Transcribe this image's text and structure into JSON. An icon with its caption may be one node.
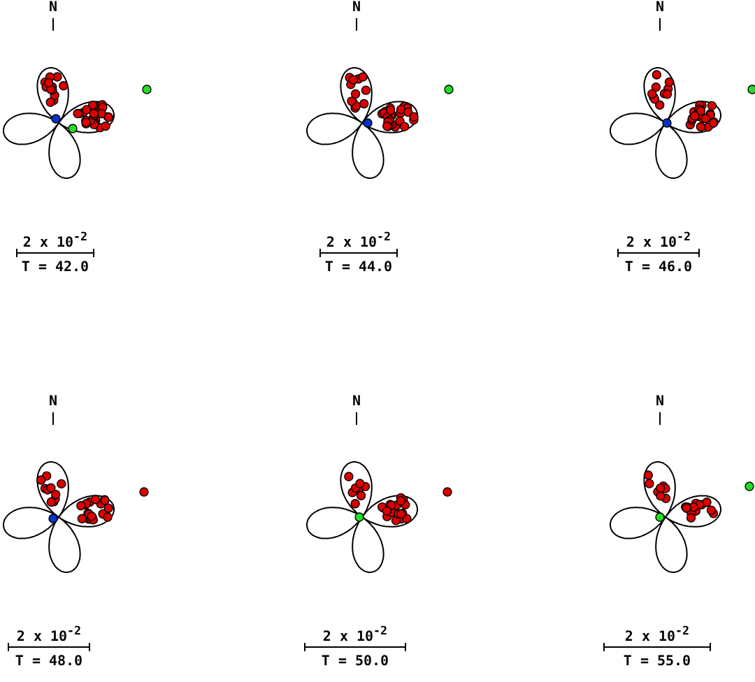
{
  "diagram": {
    "labels": [
      "N",
      "N",
      "N",
      "2 x 10$^{-2}$",
      "2 x 10$^{-2}$",
      "2 x 10$^{-2}$",
      "T = 42.0",
      "T = 44.0",
      "T = 46.0",
      "N",
      "N",
      "N",
      "2 x 10$^{-2}$",
      "2 x 10$^{-2}$",
      "2 x 10$^{-2}$",
      "T = 48.0",
      "T = 50.0",
      "T = 55.0"
    ]
  }
}
